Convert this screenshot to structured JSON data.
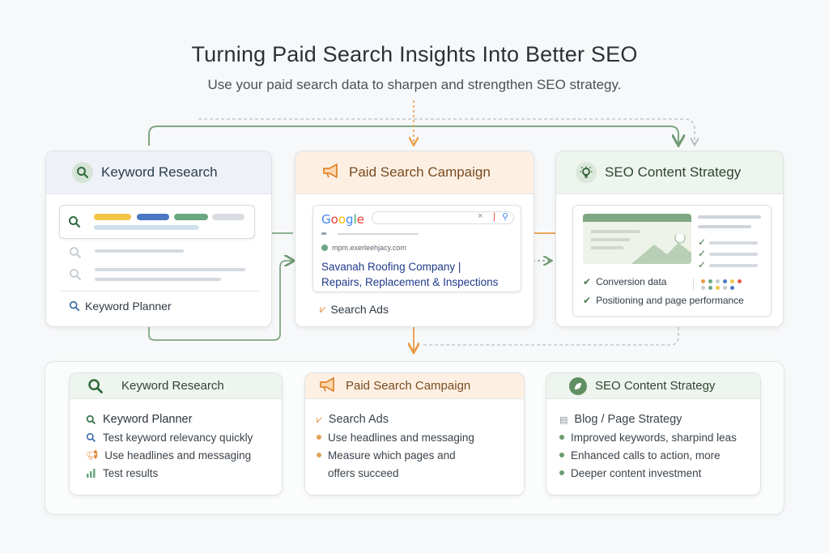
{
  "header": {
    "title": "Turning Paid Search Insights Into Better SEO",
    "subtitle": "Use your paid search data to sharpen and strengthen SEO strategy."
  },
  "top": {
    "keyword": {
      "title": "Keyword Research",
      "footer_label": "Keyword Planner",
      "bar_colors": [
        "#f2c548",
        "#4a78c2",
        "#6aa882",
        "#d9dde2"
      ]
    },
    "paid": {
      "title": "Paid Search Campaign",
      "google_logo": "Google",
      "ad_url": "mpm.exerleehjacy.com",
      "ad_title_line1": "Savanah Roofing Company |",
      "ad_title_line2": "Repairs, Replacement & Inspections",
      "footer_label": "Search Ads"
    },
    "seo": {
      "title": "SEO Content Strategy",
      "check1": "Conversion data",
      "check2": "Positioning and page performance"
    }
  },
  "bottom": {
    "keyword": {
      "title": "Keyword Research",
      "items": [
        "Keyword Planner",
        "Test keyword relevancy quickly",
        "Use headlines and messaging",
        "Test results"
      ]
    },
    "paid": {
      "title": "Paid Search Campaign",
      "items": [
        "Search Ads",
        "Use headlines and messaging",
        "Measure which pages and",
        "offers succeed"
      ]
    },
    "seo": {
      "title": "SEO Content Strategy",
      "items": [
        "Blog / Page Strategy",
        "Improved keywords, sharpind leas",
        "Enhanced calls to action, more",
        "Deeper content investment"
      ]
    }
  },
  "colors": {
    "blue_accent": "#3f6fa8",
    "orange_accent": "#e89a45",
    "green_accent": "#5f8f63"
  }
}
